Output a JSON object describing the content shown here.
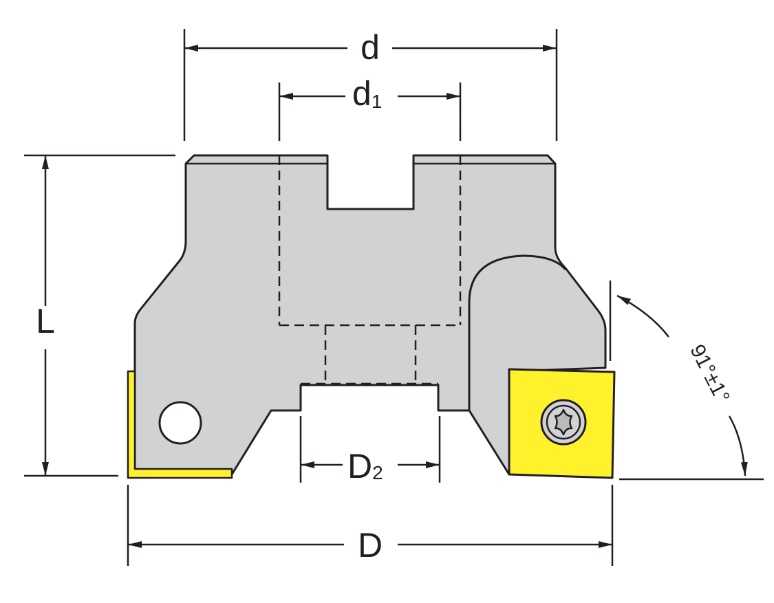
{
  "labels": {
    "d": "d",
    "d1_main": "d",
    "d1_sub": "1",
    "L": "L",
    "D2_main": "D",
    "D2_sub": "2",
    "D": "D",
    "angle": "91°±1°"
  },
  "colors": {
    "body_fill": "#d1d2d4",
    "outline": "#231f20",
    "insert_fill": "#fff22d",
    "background": "#ffffff"
  },
  "icons": {
    "screw": "torx-screw-icon"
  }
}
